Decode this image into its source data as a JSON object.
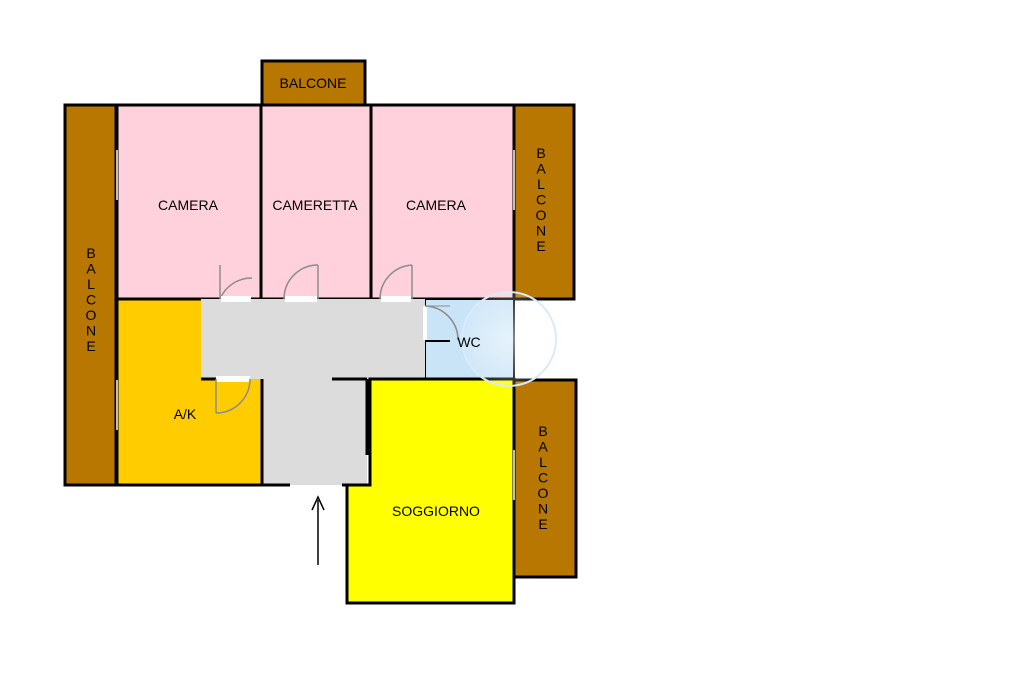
{
  "colors": {
    "balcony": "#b77700",
    "bedroom": "#ffd1dc",
    "corridor": "#dcdcdc",
    "kitchen": "#ffcc00",
    "bathroom": "#c9e3f7",
    "living": "#ffff00",
    "wall": "#000000",
    "door": "#8c8c8c"
  },
  "rooms": {
    "balcone_top": "BALCONE",
    "balcone_left": "BALCONE",
    "balcone_right_top": "BALCONE",
    "balcone_right_bottom": "BALCONE",
    "camera_left": "CAMERA",
    "cameretta": "CAMERETTA",
    "camera_right": "CAMERA",
    "wc": "WC",
    "ak": "A/K",
    "soggiorno": "SOGGIORNO"
  }
}
